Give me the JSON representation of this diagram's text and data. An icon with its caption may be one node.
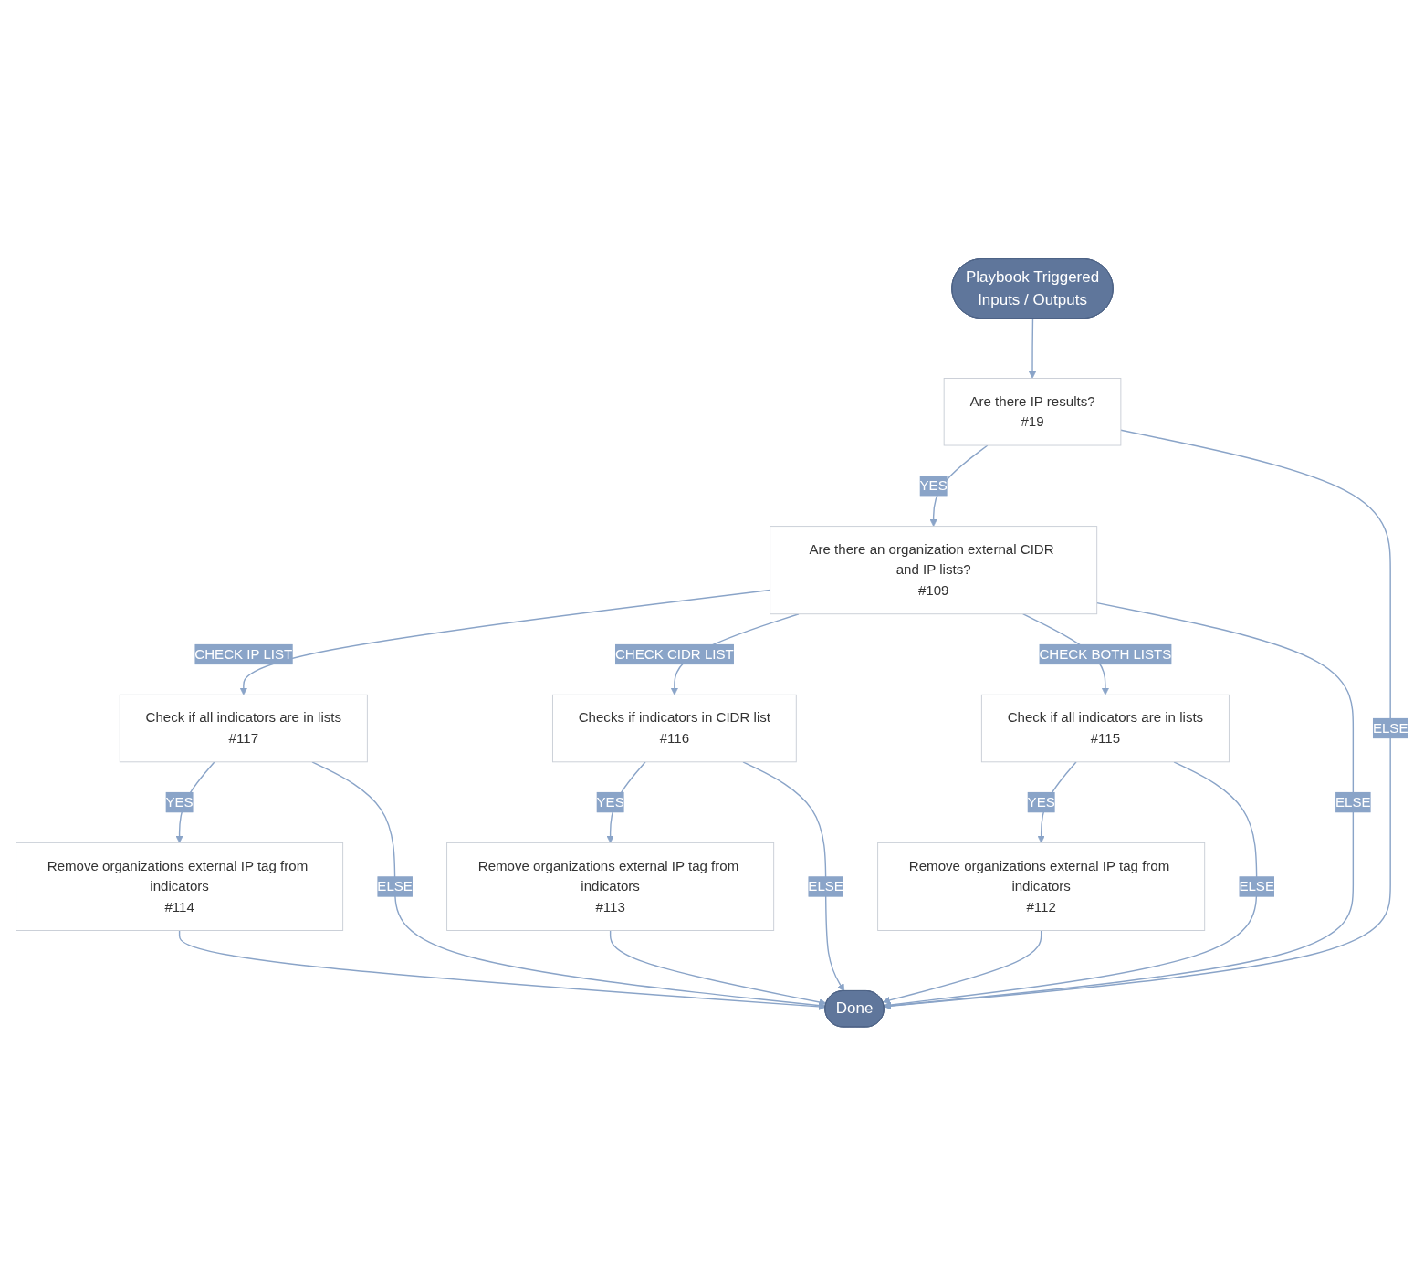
{
  "diagram": {
    "nodes": [
      {
        "text": [
          "Playbook Triggered",
          "Inputs / Outputs"
        ]
      },
      {
        "text": [
          "Are there IP results?",
          "#19"
        ]
      },
      {
        "text": [
          "Are there an organization external CIDR and IP lists?",
          "#109"
        ]
      },
      {
        "text": [
          "Check if all indicators are in lists",
          "#117"
        ]
      },
      {
        "text": [
          "Checks if indicators in CIDR list",
          "#116"
        ]
      },
      {
        "text": [
          "Check if all indicators are in lists",
          "#115"
        ]
      },
      {
        "text": [
          "Remove organizations external IP tag from indicators",
          "#114"
        ]
      },
      {
        "text": [
          "Remove organizations external IP tag from indicators",
          "#113"
        ]
      },
      {
        "text": [
          "Remove organizations external IP tag from indicators",
          "#112"
        ]
      },
      {
        "text": [
          "Done"
        ]
      }
    ],
    "edges": [
      {
        "from": 0,
        "to": 1,
        "arrow": "to"
      },
      {
        "from": 1,
        "to": 2,
        "arrow": "to",
        "label": "YES"
      },
      {
        "from": 1,
        "to": 9,
        "arrow": "to",
        "label": "ELSE"
      },
      {
        "from": 2,
        "to": 3,
        "arrow": "to",
        "label": "CHECK IP LIST"
      },
      {
        "from": 2,
        "to": 4,
        "arrow": "to",
        "label": "CHECK CIDR LIST"
      },
      {
        "from": 2,
        "to": 5,
        "arrow": "to",
        "label": "CHECK BOTH LISTS"
      },
      {
        "from": 2,
        "to": 9,
        "arrow": "to",
        "label": "ELSE"
      },
      {
        "from": 3,
        "to": 6,
        "arrow": "to",
        "label": "YES"
      },
      {
        "from": 3,
        "to": 9,
        "arrow": "to",
        "label": "ELSE"
      },
      {
        "from": 4,
        "to": 7,
        "arrow": "to",
        "label": "YES"
      },
      {
        "from": 4,
        "to": 9,
        "arrow": "to",
        "label": "ELSE"
      },
      {
        "from": 5,
        "to": 8,
        "arrow": "to",
        "label": "YES"
      },
      {
        "from": 5,
        "to": 9,
        "arrow": "to",
        "label": "ELSE"
      },
      {
        "from": 6,
        "to": 9,
        "arrow": "to"
      },
      {
        "from": 7,
        "to": 9,
        "arrow": "to"
      },
      {
        "from": 8,
        "to": 9,
        "arrow": "to"
      }
    ]
  }
}
